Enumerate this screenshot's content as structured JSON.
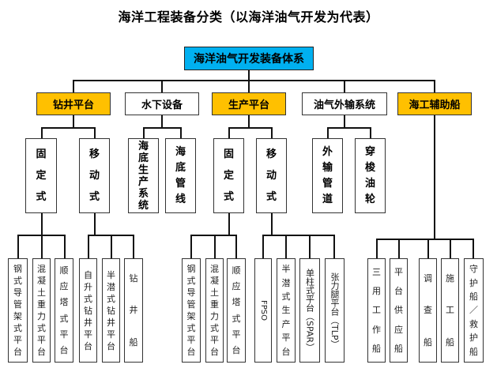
{
  "title": "海洋工程装备分类（以海洋油气开发为代表）",
  "root": "海洋油气开发装备体系",
  "colors": {
    "root": "#00b0f0",
    "highlight": "#ffc000",
    "plain": "#ffffff",
    "line": "#111111"
  },
  "level1": [
    {
      "label": "钻井平台",
      "highlight": true
    },
    {
      "label": "水下设备",
      "highlight": false
    },
    {
      "label": "生产平台",
      "highlight": true
    },
    {
      "label": "油气外输系统",
      "highlight": false
    },
    {
      "label": "海工辅助船",
      "highlight": true
    }
  ],
  "level2": {
    "drilling": [
      "固定式",
      "移动式"
    ],
    "subsea": [
      "海底生产系统",
      "海底管线"
    ],
    "production": [
      "固定式",
      "移动式"
    ],
    "export": [
      "外输管道",
      "穿梭油轮"
    ]
  },
  "level3": {
    "drilling_fixed": [
      "钢式导管架式平台",
      "混凝土重力式平台",
      "顺应塔式平台"
    ],
    "drilling_mobile": [
      "自升式钻井平台",
      "半潜式钻井平台",
      "钻井船"
    ],
    "production_fixed": [
      "钢式导管架式平台",
      "混凝土重力式平台",
      "顺应塔式平台"
    ],
    "production_mobile": [
      "FPSO",
      "半潜式生产平台",
      "单柱式平台（SPAR）",
      "张力腿平台（TLP）"
    ],
    "support_vessels": [
      "三用工作船",
      "平台供应船",
      "调查船",
      "施工船",
      "守护船／救护船"
    ]
  }
}
